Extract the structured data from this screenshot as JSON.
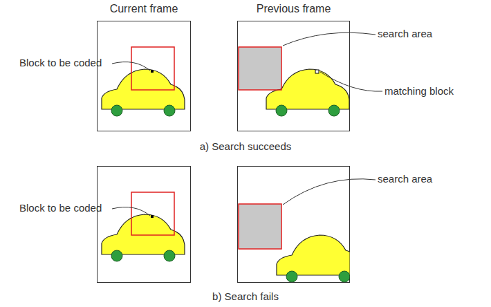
{
  "diagram": {
    "nodes": [
      {
        "text": [
          "Current frame"
        ]
      },
      {
        "text": [
          "Previous frame"
        ]
      }
    ],
    "labels": [
      "Block to be coded",
      "search area",
      "matching block",
      "a) Search succeeds",
      "Block to be coded",
      "search area",
      "b) Search fails"
    ]
  }
}
